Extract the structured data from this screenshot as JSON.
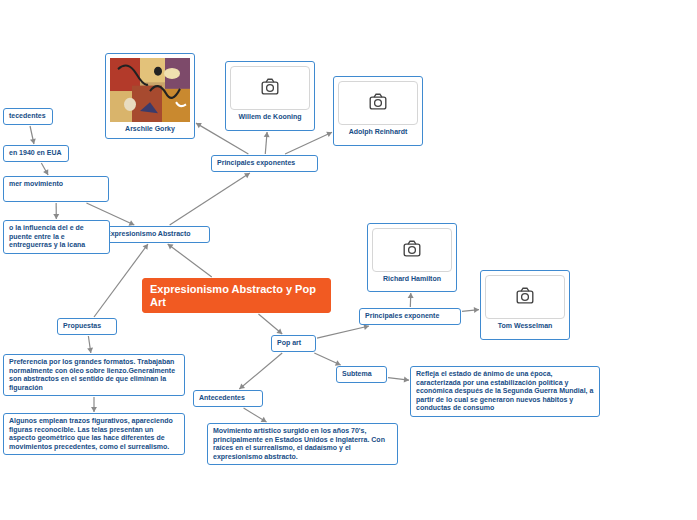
{
  "diagram": {
    "nodes": [
      {
        "text": [
          "Expresionismo Abstracto y Pop Art"
        ]
      },
      {
        "text": [
          "Expresionismo Abstracto"
        ]
      },
      {
        "text": [
          "Principales exponentes"
        ]
      },
      {
        "text": [
          "Arschile Gorky"
        ]
      },
      {
        "text": [
          "Willem de Kooning"
        ]
      },
      {
        "text": [
          "Adolph Reinhardt"
        ]
      },
      {
        "text": [
          "tecedentes"
        ]
      },
      {
        "text": [
          "en 1940 en EUA"
        ]
      },
      {
        "text": [
          "mer movimiento"
        ]
      },
      {
        "text": [
          "o la influencia del e de puente entre la e entreguerras y la icana"
        ]
      },
      {
        "text": [
          "Propuestas"
        ]
      },
      {
        "text": [
          "Preferencia por los grandes formatos. Trabajaban normalmente con óleo sobre lienzo.Generalmente son abstractos en el sentido de que eliminan la figuración"
        ]
      },
      {
        "text": [
          "Algunos emplean trazos figurativos, apareciendo figuras reconocible. Las telas presentan un aspecto geométrico que las hace diferentes de movimientos precedentes, como el surrealismo."
        ]
      },
      {
        "text": [
          "Pop art"
        ]
      },
      {
        "text": [
          "Principales exponente"
        ]
      },
      {
        "text": [
          "Richard Hamilton"
        ]
      },
      {
        "text": [
          "Tom Wesselman"
        ]
      },
      {
        "text": [
          "Subtema"
        ]
      },
      {
        "text": [
          "Refleja el estado de ánimo de una época, caracterizada por una estabilización política y económica después de la Segunda Guerra Mundial, a partir de lo cual se generaron nuevos hábitos y conductas de consumo"
        ]
      },
      {
        "text": [
          "Antecedentes"
        ]
      },
      {
        "text": [
          "Movimiento artístico surgido en los años 70's, principalmente en Estados Unidos e Inglaterra. Con raíces en el surrealismo, el dadaísmo y el expresionismo abstracto."
        ]
      }
    ],
    "edges": [
      {
        "from": 0,
        "to": 1,
        "arrow": "to"
      },
      {
        "from": 1,
        "to": 2,
        "arrow": "to"
      },
      {
        "from": 2,
        "to": 3,
        "arrow": "to"
      },
      {
        "from": 2,
        "to": 4,
        "arrow": "to"
      },
      {
        "from": 2,
        "to": 5,
        "arrow": "to"
      },
      {
        "from": 6,
        "to": 7,
        "arrow": "to"
      },
      {
        "from": 7,
        "to": 8,
        "arrow": "to"
      },
      {
        "from": 8,
        "to": 9,
        "arrow": "to"
      },
      {
        "from": 8,
        "to": 1,
        "arrow": "to"
      },
      {
        "from": 10,
        "to": 1,
        "arrow": "to"
      },
      {
        "from": 10,
        "to": 11,
        "arrow": "to"
      },
      {
        "from": 11,
        "to": 12,
        "arrow": "to"
      },
      {
        "from": 0,
        "to": 13,
        "arrow": "to"
      },
      {
        "from": 13,
        "to": 14,
        "arrow": "to"
      },
      {
        "from": 14,
        "to": 15,
        "arrow": "to"
      },
      {
        "from": 14,
        "to": 16,
        "arrow": "to"
      },
      {
        "from": 13,
        "to": 17,
        "arrow": "to"
      },
      {
        "from": 17,
        "to": 18,
        "arrow": "to"
      },
      {
        "from": 13,
        "to": 19,
        "arrow": "to"
      },
      {
        "from": 19,
        "to": 20,
        "arrow": "to"
      }
    ]
  }
}
